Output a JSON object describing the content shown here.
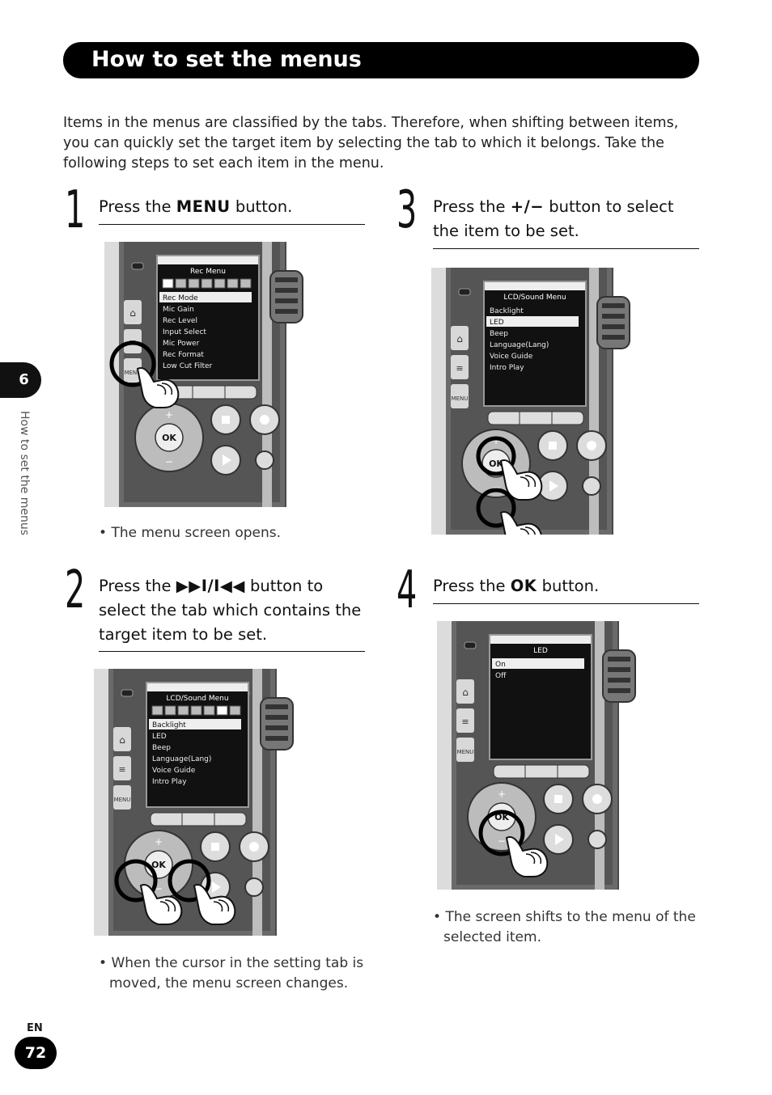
{
  "header": {
    "title": "How to set the menus"
  },
  "intro": "Items in the menus are classified by the tabs. Therefore, when shifting between items, you can quickly set the target item by selecting the tab to which it belongs. Take the following steps to set each item in the menu.",
  "side_tab": {
    "chapter": "6",
    "label": "How to set the menus"
  },
  "footer": {
    "lang": "EN",
    "page": "72"
  },
  "steps": [
    {
      "num": "1",
      "pre": "Press the ",
      "key": "MENU",
      "post": " button.",
      "note": "The menu screen opens."
    },
    {
      "num": "2",
      "pre": "Press the ",
      "key": "▶▶I/I◀◀",
      "post": " button to select the tab which contains the target item to be set.",
      "note": "When the cursor in the setting tab is moved, the menu screen changes."
    },
    {
      "num": "3",
      "pre": "Press the ",
      "key": "+/−",
      "post": " button to select the item to be set."
    },
    {
      "num": "4",
      "pre": "Press the ",
      "key": "OK",
      "post": " button.",
      "note": "The screen shifts to the menu of the selected item."
    }
  ],
  "screens": {
    "rec_menu": {
      "title": "Rec Menu",
      "items": [
        "Rec Mode",
        "Mic Gain",
        "Rec Level",
        "Input Select",
        "Mic Power",
        "Rec Format",
        "Low Cut Filter"
      ],
      "selected": 0
    },
    "lcd_menu_step2": {
      "title": "LCD/Sound Menu",
      "items": [
        "Backlight",
        "LED",
        "Beep",
        "Language(Lang)",
        "Voice Guide",
        "Intro Play"
      ],
      "selected": 0
    },
    "lcd_menu_step3": {
      "title": "LCD/Sound Menu",
      "items": [
        "Backlight",
        "LED",
        "Beep",
        "Language(Lang)",
        "Voice Guide",
        "Intro Play"
      ],
      "selected": 1
    },
    "led_menu": {
      "title": "LED",
      "items": [
        "On",
        "Off"
      ],
      "selected": 0
    }
  },
  "device_labels": {
    "menu_key": "MENU",
    "ok_key": "OK"
  }
}
